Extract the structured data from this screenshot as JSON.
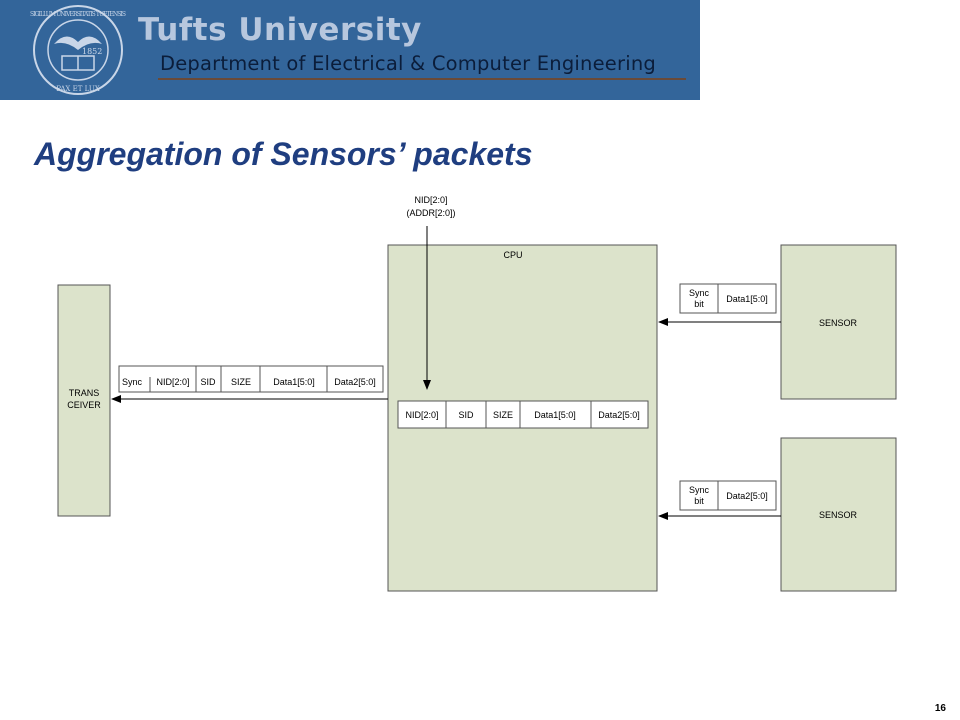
{
  "header": {
    "university": "Tufts University",
    "department": "Department of Electrical & Computer Engineering",
    "seal_text_top": "SIGILLUM UNIVERSITATIS TUFTENSIS",
    "seal_text_bottom": "PAX ET LUX",
    "seal_year": "1852"
  },
  "slide": {
    "title": "Aggregation of Sensors’ packets",
    "page_number": "16"
  },
  "diagram": {
    "nid_input": [
      "NID[2:0]",
      "(ADDR[2:0])"
    ],
    "cpu_label": "CPU",
    "transceiver_label": [
      "TRANS",
      "CEIVER"
    ],
    "sensor_1_label": "SENSOR",
    "sensor_2_label": "SENSOR",
    "transceiver_packet": [
      "Sync",
      "NID[2:0]",
      "SID",
      "SIZE",
      "Data1[5:0]",
      "Data2[5:0]"
    ],
    "cpu_packet": [
      "NID[2:0]",
      "SID",
      "SIZE",
      "Data1[5:0]",
      "Data2[5:0]"
    ],
    "sensor_1_packet": [
      "Sync bit",
      "Data1[5:0]"
    ],
    "sensor_2_packet": [
      "Sync bit",
      "Data2[5:0]"
    ]
  },
  "colors": {
    "banner": "#33659a",
    "title": "#1f3e80",
    "block_fill": "#dce3cb"
  }
}
